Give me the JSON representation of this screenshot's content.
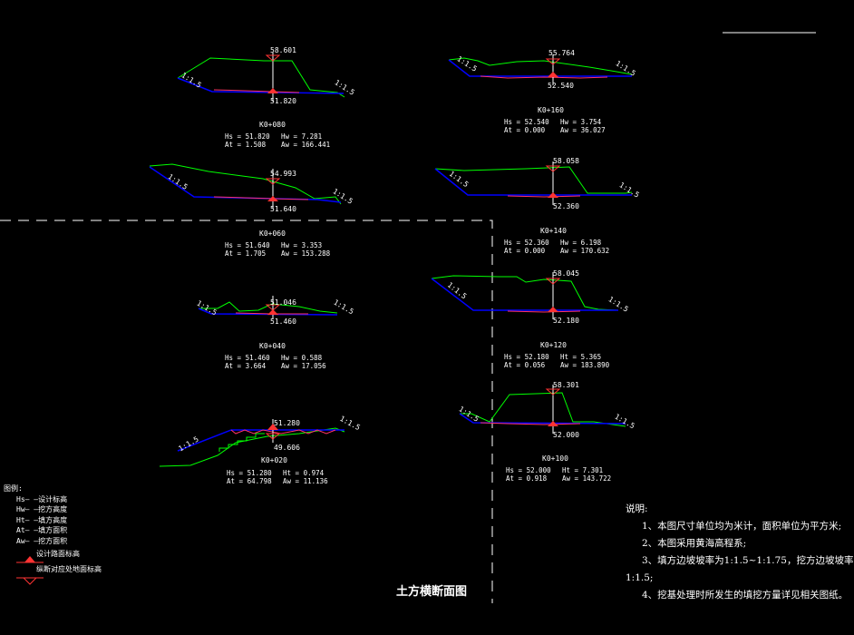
{
  "colors": {
    "background": "#000000",
    "ground_line": "#00ff00",
    "design_line": "#0000ff",
    "fill_marker": "#ff3333",
    "text": "#ffffff",
    "dashed_border": "#ffffff"
  },
  "sections": [
    {
      "station": "K0+080",
      "elev_top": "58.601",
      "elev_bottom": "51.820",
      "slope_left": "1:1.5",
      "slope_right": "1:1.5",
      "params": [
        "Hs = 51.820",
        "Hw = 7.281",
        "At = 1.508",
        "Aw = 166.441"
      ]
    },
    {
      "station": "K0+060",
      "elev_top": "54.993",
      "elev_bottom": "51.640",
      "slope_left": "1:1.5",
      "slope_right": "1:1.5",
      "params": [
        "Hs = 51.640",
        "Hw = 3.353",
        "At = 1.705",
        "Aw = 153.288"
      ]
    },
    {
      "station": "K0+040",
      "elev_top": "51.046",
      "elev_bottom": "51.460",
      "slope_left": "1:1.5",
      "slope_right": "1:1.5",
      "params": [
        "Hs = 51.460",
        "Hw = 0.588",
        "At = 3.664",
        "Aw = 17.056"
      ]
    },
    {
      "station": "K0+020",
      "elev_top": "51.280",
      "elev_bottom": "49.606",
      "slope_left": "1:1.5",
      "slope_right": "1:1.5",
      "params": [
        "Hs = 51.280",
        "Ht = 0.974",
        "At = 64.798",
        "Aw = 11.136"
      ]
    },
    {
      "station": "K0+160",
      "elev_top": "55.764",
      "elev_bottom": "52.540",
      "slope_left": "1:1.5",
      "slope_right": "1:1.5",
      "params": [
        "Hs = 52.540",
        "Hw = 3.754",
        "At = 0.000",
        "Aw = 36.027"
      ]
    },
    {
      "station": "K0+140",
      "elev_top": "58.058",
      "elev_bottom": "52.360",
      "slope_left": "1:1.5",
      "slope_right": "1:1.5",
      "params": [
        "Hs = 52.360",
        "Hw = 6.198",
        "At = 0.000",
        "Aw = 170.632"
      ]
    },
    {
      "station": "K0+120",
      "elev_top": "58.045",
      "elev_bottom": "52.180",
      "slope_left": "1:1.5",
      "slope_right": "1:1.5",
      "params": [
        "Hs = 52.180",
        "Ht = 5.365",
        "At = 0.056",
        "Aw = 183.890"
      ]
    },
    {
      "station": "K0+100",
      "elev_top": "58.301",
      "elev_bottom": "52.000",
      "slope_left": "1:1.5",
      "slope_right": "1:1.5",
      "params": [
        "Hs = 52.000",
        "Ht = 7.301",
        "At = 0.918",
        "Aw = 143.722"
      ]
    }
  ],
  "legend": {
    "title": "图例:",
    "items": [
      "Hs— —设计标高",
      "Hw— —挖方高度",
      "Ht— —填方高度",
      "At— —填方面积",
      "Aw— —挖方面积"
    ],
    "symbols": [
      {
        "label": "设计路面标高",
        "icon": "fill-triangle-icon"
      },
      {
        "label": "纵断对应处地面标高",
        "icon": "inverted-triangle-icon"
      }
    ]
  },
  "notes": {
    "title": "说明:",
    "items": [
      "1、本图尺寸单位均为米计，面积单位为平方米;",
      "2、本图采用黄海高程系;",
      "3、填方边坡坡率为1:1.5~1:1.75，挖方边坡坡率",
      "1:1.5;",
      "4、挖基处理时所发生的填挖方量详见相关图纸。"
    ]
  },
  "drawing_title": "土方横断面图"
}
